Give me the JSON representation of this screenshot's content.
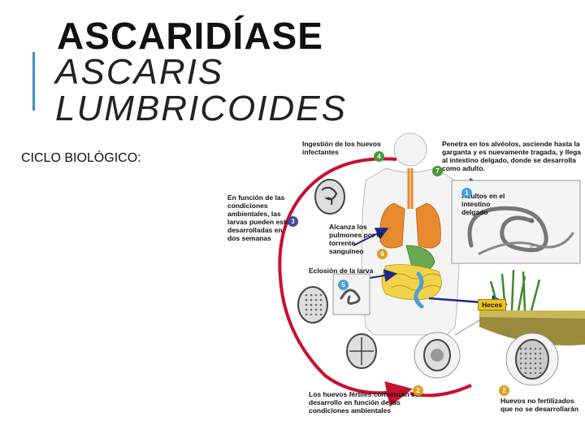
{
  "slide": {
    "title_line1": "ASCARIDÍASE",
    "title_line2": "ASCARIS",
    "title_line3": "LUMBRICOIDES",
    "subtitle": "CICLO BIOLÓGICO:"
  },
  "diagram": {
    "labels": {
      "ingestion": "Ingestión de los huevos infectantes",
      "alveoli": "Penetra en los alvéolos, asciende hasta la garganta y es nuevamente tragada, y llega al intestino delgado, donde se desarrolla como adulto.",
      "adults": "Adultos en el intestino delgado",
      "larvae": "En función de las condiciones ambientales, las larvas pueden estar desarrolladas en dos semanas",
      "lungs": "Alcanza los pulmones por el torrente sanguíneo",
      "hatching": "Eclosión de la larva",
      "feces": "Heces",
      "fertile": "Los huevos fértiles comienzan su desarrollo en función de las condiciones ambientales",
      "unfertilized": "Huevos no fertilizados que no se desarrollarán",
      "female_symbol": "♀",
      "male_symbol": "♂"
    },
    "steps": {
      "s1": "1",
      "s2a": "2",
      "s2b": "2",
      "s3": "3",
      "s4": "4",
      "s5": "5",
      "s6": "6",
      "s7": "7"
    },
    "colors": {
      "cycle_arrow": "#c8102e",
      "path_arrow": "#1a2a8a",
      "step_green": "#4a9a3a",
      "step_orange": "#e0a020",
      "step_blue": "#4aa0d8",
      "feces_tag": "#f0c419"
    }
  }
}
